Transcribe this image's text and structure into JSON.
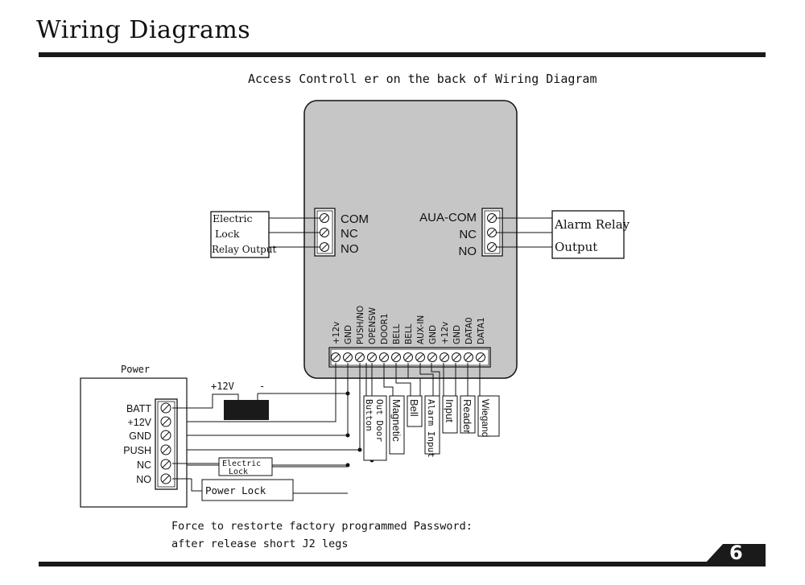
{
  "page": {
    "title": "Wiring Diagrams",
    "page_number": "6"
  },
  "diagram": {
    "caption": "Access Controll er on the back of Wiring Diagram",
    "relay_block": {
      "terminals": [
        "COM",
        "NC",
        "NO"
      ]
    },
    "electric_lock_box": {
      "lines": [
        "Electric",
        "Lock",
        "Relay Output"
      ]
    },
    "alarm_block": {
      "terminals": [
        "AUA-COM",
        "NC",
        "NO"
      ]
    },
    "alarm_relay_box": {
      "lines": [
        "Alarm Relay",
        "Output"
      ]
    },
    "bottom_terminals": [
      "+12v",
      "GND",
      "PUSH/NO",
      "OPENSW",
      "DOOR1",
      "BELL",
      "BELL",
      "AUX-IN",
      "GND",
      "+12v",
      "GND",
      "DATA0",
      "DATA1"
    ],
    "power": {
      "title": "Power",
      "terminals": [
        "BATT",
        "+12V",
        "GND",
        "PUSH",
        "NC",
        "NO"
      ],
      "battery_plus": "+12V",
      "battery_minus": "-"
    },
    "devices": {
      "out_door_button": [
        "Out Door",
        "Button"
      ],
      "magnetic": "Magnetic",
      "bell": "Bell",
      "alarm_input": "Alarm Input",
      "input": "Input",
      "reader": "Reader",
      "wiegand": "Wiegand",
      "electric_lock": [
        "Electric",
        "Lock"
      ],
      "power_lock": "Power Lock"
    }
  },
  "note": {
    "lines": [
      "Force to restorte factory programmed Password:",
      "after release short J2 legs"
    ]
  }
}
